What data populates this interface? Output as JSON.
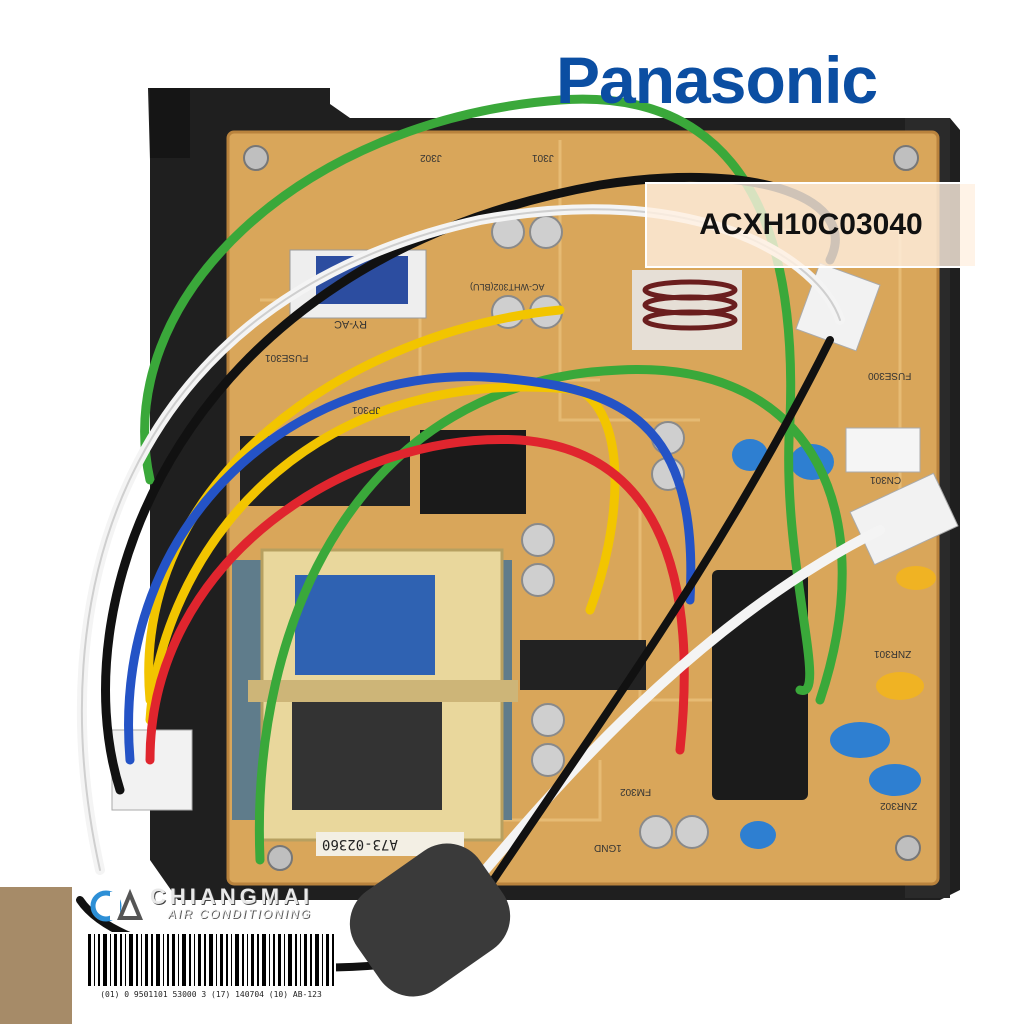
{
  "brand": {
    "name": "Panasonic",
    "color": "#0b4ea2"
  },
  "part_label": {
    "text": "ACXH10C03040"
  },
  "board": {
    "silkscreen": {
      "transformer_code": "A73-02360",
      "relay": "RY-AC",
      "fuse_1": "FUSE301",
      "fuse_2": "FUSE300",
      "conn_gnd": "1GND",
      "conn_red": "FM302",
      "conn_white": "AC-WHT302(BLU)",
      "jumper_1": "JP301",
      "jumper_2": "J302",
      "jumper_3": "J301",
      "connector": "CN301",
      "znr_1": "ZNR301",
      "znr_2": "ZNR302"
    }
  },
  "watermark": {
    "company_line1": "CHIANGMAI",
    "company_line2": "AIR CONDITIONING",
    "barcode_digits": "(01) 0 9501101 53000 3 (17) 140704 (10) AB-123"
  },
  "colors": {
    "pcb": "#d9a65a",
    "frame": "#1c1c1c",
    "wire_green": "#3aa83a",
    "wire_black": "#111111",
    "wire_white": "#f4f4f4",
    "wire_yellow": "#f2c500",
    "wire_blue": "#2453c6",
    "wire_red": "#e0252e",
    "capacitor": "#2e7fd1",
    "ferrite": "#3a3a3a"
  }
}
